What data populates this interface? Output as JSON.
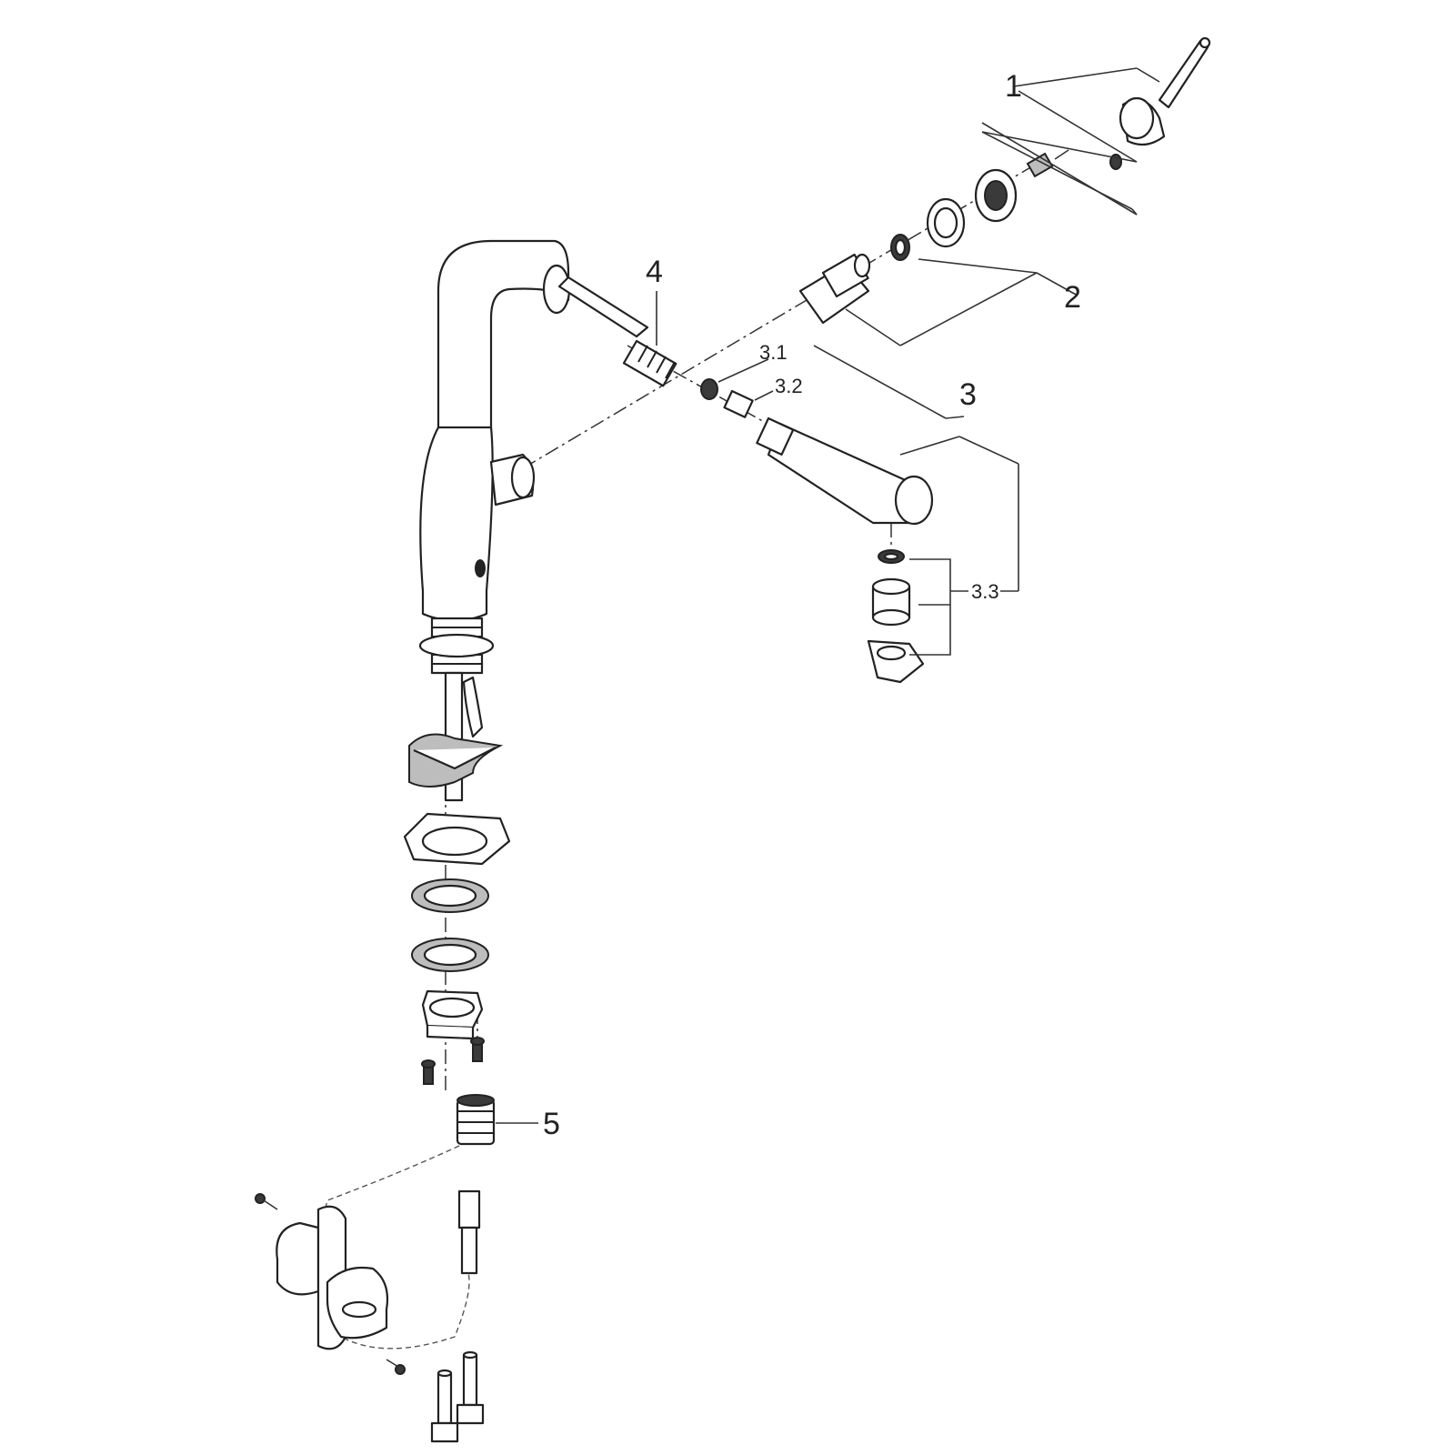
{
  "diagram": {
    "type": "exploded-parts-view",
    "callouts": [
      {
        "id": "c1",
        "label": "1"
      },
      {
        "id": "c2",
        "label": "2"
      },
      {
        "id": "c3",
        "label": "3"
      },
      {
        "id": "c31",
        "label": "3.1"
      },
      {
        "id": "c32",
        "label": "3.2"
      },
      {
        "id": "c33",
        "label": "3.3"
      },
      {
        "id": "c4",
        "label": "4"
      },
      {
        "id": "c5",
        "label": "5"
      }
    ]
  }
}
